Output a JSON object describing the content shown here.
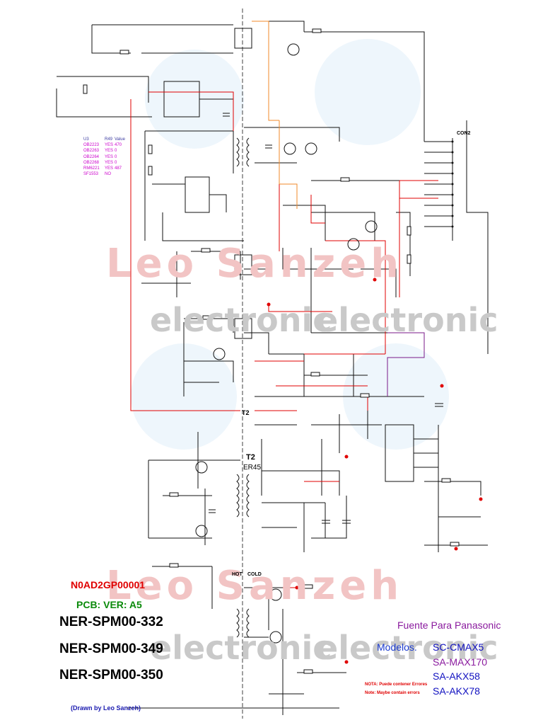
{
  "watermark": {
    "name": "Leo Sanzeh",
    "word": "electronic"
  },
  "table": {
    "headers": [
      "U3",
      "R49",
      "Value"
    ],
    "rows": [
      [
        "OB2223",
        "YES",
        "470"
      ],
      [
        "OB2263",
        "YES",
        "0"
      ],
      [
        "OB2264",
        "YES",
        "0"
      ],
      [
        "OB2268",
        "YES",
        "0"
      ],
      [
        "RM6221",
        "YES",
        "487"
      ],
      [
        "SF1553",
        "NO",
        ""
      ]
    ]
  },
  "labels": {
    "code": "N0AD2GP00001",
    "pcb": "PCB: VER: A5",
    "models": [
      "NER-SPM00-332",
      "NER-SPM00-349",
      "NER-SPM00-350"
    ],
    "drawn": "(Drawn by Leo Sanzeh)",
    "fuente": "Fuente Para Panasonic",
    "modelos": "Modelos.",
    "model_list": [
      "SC-CMAX5",
      "SA-MAX170",
      "SA-AKX58",
      "SA-AKX78"
    ],
    "nota": "NOTA: Puede contener Errores",
    "note": "Note: Maybe contain errors",
    "hot": "HOT",
    "cold": "COLD",
    "t2_top": "T2",
    "t2_mid": "T2",
    "er45": "ER45",
    "con2": "CON2"
  },
  "colors": {
    "wire": "#111111",
    "red_wire": "#e00000",
    "orange_wire": "#f08a2a",
    "purple_wire": "#7a1a8a"
  }
}
